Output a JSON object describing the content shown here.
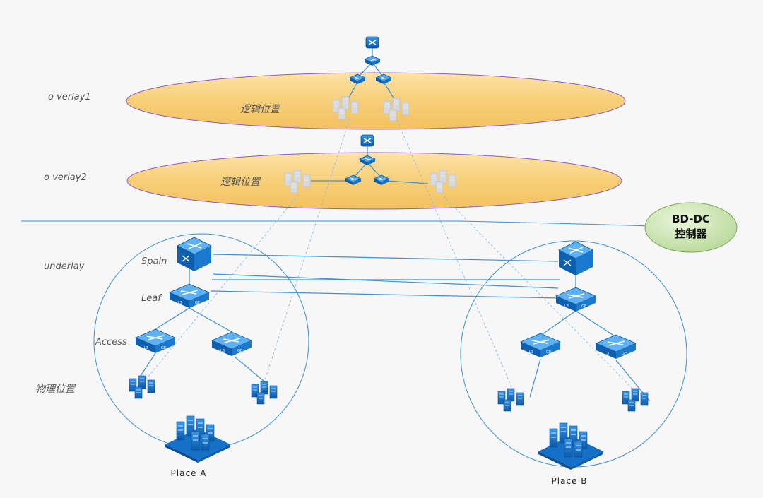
{
  "layers": {
    "overlay1": "o verlay1",
    "overlay2": "o verlay2",
    "underlay": "underlay",
    "physical": "物理位置"
  },
  "logical": {
    "o1": "逻辑位置",
    "o2": "逻辑位置"
  },
  "roles": {
    "spine": "Spain",
    "leaf": "Leaf",
    "access": "Access"
  },
  "sites": {
    "a": "Place A",
    "b": "Place B"
  },
  "controller": {
    "line1": "BD-DC",
    "line2": "控制器"
  },
  "colors": {
    "overlay_fill": "#f7cf78",
    "overlay_stroke": "#8a5ad0",
    "device_blue": "#1570c8",
    "line_blue": "#3d8fd6",
    "ghost_gray": "#c8ccd2",
    "controller_fill": "#cfe6b4"
  },
  "icons": [
    "router-icon",
    "switch-icon",
    "server-cluster-icon",
    "data-center-icon"
  ]
}
